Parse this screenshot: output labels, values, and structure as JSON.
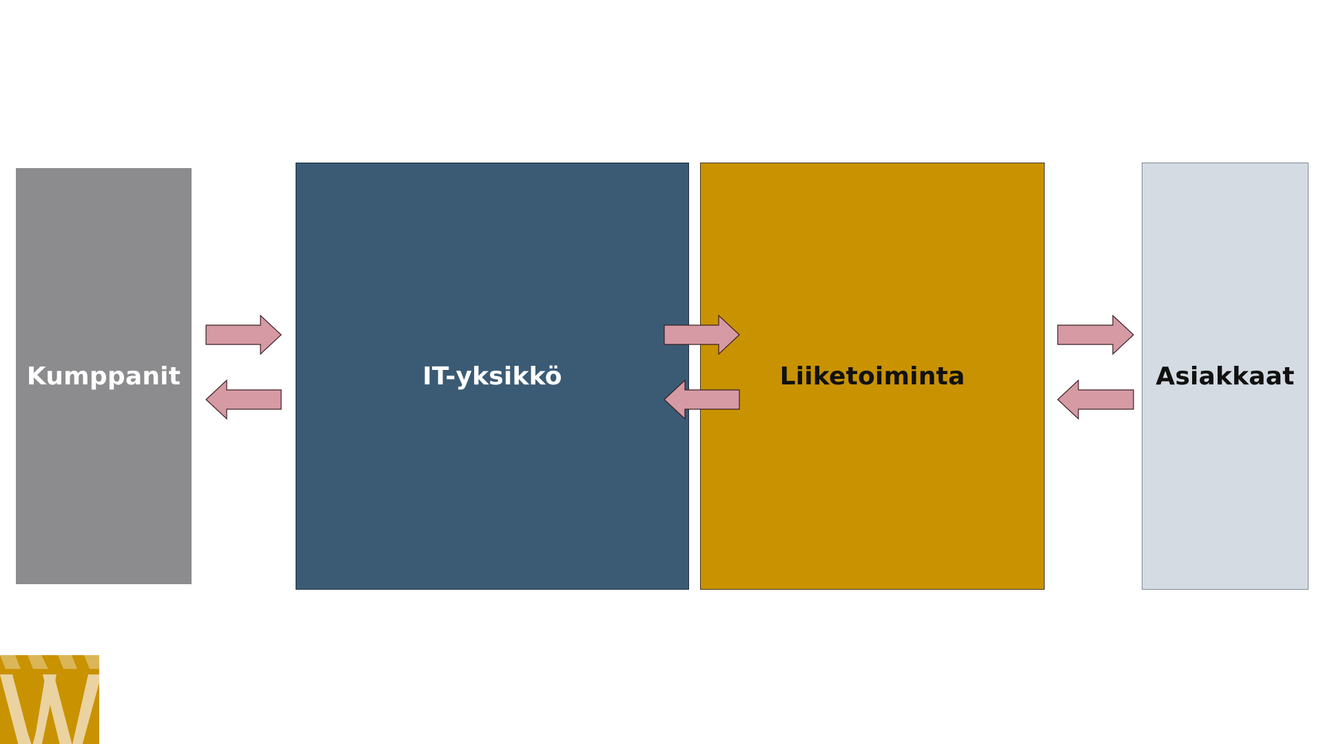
{
  "boxes": {
    "partners": {
      "label": "Kumppanit",
      "fill": "#8c8c8e",
      "text_color": "#ffffff"
    },
    "it_unit": {
      "label": "IT-yksikkö",
      "fill": "#3b5b75",
      "text_color": "#ffffff"
    },
    "business": {
      "label": "Liiketoiminta",
      "fill": "#c99200",
      "text_color": "#111111"
    },
    "customers": {
      "label": "Asiakkaat",
      "fill": "#d4dbe3",
      "text_color": "#111111"
    }
  },
  "arrows": {
    "fill": "#d59aa4",
    "stroke": "#3a1e22",
    "pairs": [
      {
        "between": [
          "Kumppanit",
          "IT-yksikkö"
        ],
        "directions": [
          "right",
          "left"
        ]
      },
      {
        "between": [
          "IT-yksikkö",
          "Liiketoiminta"
        ],
        "directions": [
          "right",
          "left"
        ]
      },
      {
        "between": [
          "Liiketoiminta",
          "Asiakkaat"
        ],
        "directions": [
          "right",
          "left"
        ]
      }
    ]
  },
  "logo": {
    "icon": "w-monogram-logo",
    "background": "#c99200",
    "foreground": "#ead3a0"
  }
}
